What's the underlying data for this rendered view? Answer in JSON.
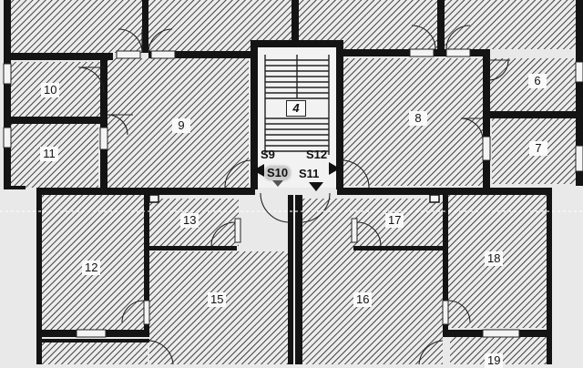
{
  "floor_plan": {
    "rooms": [
      {
        "id": "room-9",
        "label": "9"
      },
      {
        "id": "room-8",
        "label": "8"
      },
      {
        "id": "room-10",
        "label": "10"
      },
      {
        "id": "room-11",
        "label": "11"
      },
      {
        "id": "room-6",
        "label": "6"
      },
      {
        "id": "room-7",
        "label": "7"
      },
      {
        "id": "room-12",
        "label": "12"
      },
      {
        "id": "room-13",
        "label": "13"
      },
      {
        "id": "room-15",
        "label": "15"
      },
      {
        "id": "room-16",
        "label": "16"
      },
      {
        "id": "room-17",
        "label": "17"
      },
      {
        "id": "room-18",
        "label": "18"
      },
      {
        "id": "room-19",
        "label": "19"
      }
    ],
    "stair": {
      "label": "4"
    },
    "markers": {
      "s9": "S9",
      "s10": "S10",
      "s11": "S11",
      "s12": "S12"
    },
    "colors": {
      "wall": "#141414",
      "hatch": "#2a2a2a",
      "paper": "#ececec",
      "label_bg": "#fafafa",
      "highlight": "#c9c9c9"
    }
  }
}
